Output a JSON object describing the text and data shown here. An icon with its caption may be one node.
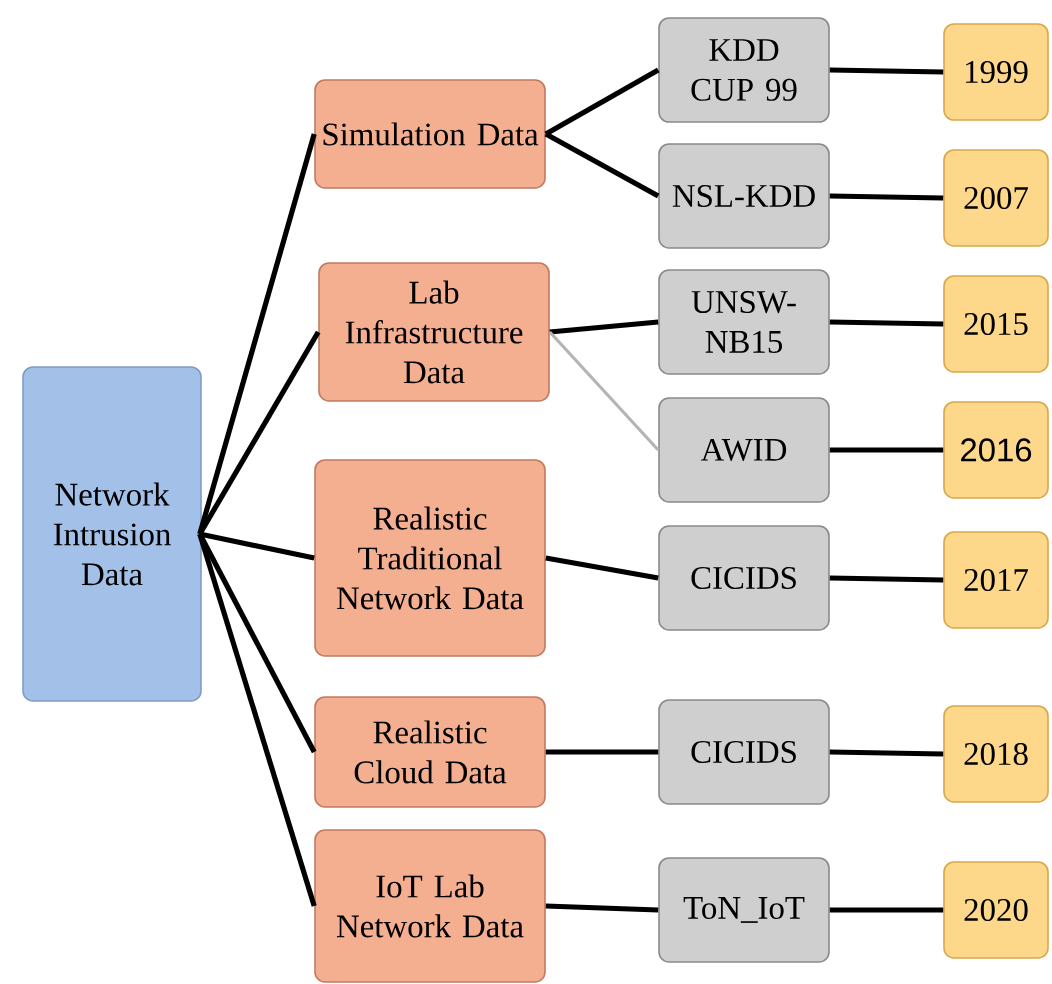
{
  "diagram": {
    "nodes": [
      {
        "text": [
          "Network Intrusion Data"
        ]
      },
      {
        "text": [
          "Simulation Data"
        ]
      },
      {
        "text": [
          "Lab Infrastructure Data"
        ]
      },
      {
        "text": [
          "Realistic Traditional Network Data"
        ]
      },
      {
        "text": [
          "Realistic Cloud Data"
        ]
      },
      {
        "text": [
          "IoT Lab Network Data"
        ]
      },
      {
        "text": [
          "KDD CUP 99"
        ]
      },
      {
        "text": [
          "NSL-KDD"
        ]
      },
      {
        "text": [
          "UNSW-NB15"
        ]
      },
      {
        "text": [
          "AWID"
        ]
      },
      {
        "text": [
          "CICIDS"
        ]
      },
      {
        "text": [
          "CICIDS"
        ]
      },
      {
        "text": [
          "ToN_IoT"
        ]
      },
      {
        "text": [
          "1999"
        ]
      },
      {
        "text": [
          "2007"
        ]
      },
      {
        "text": [
          "2015"
        ]
      },
      {
        "text": [
          "2016"
        ]
      },
      {
        "text": [
          "2017"
        ]
      },
      {
        "text": [
          "2018"
        ]
      },
      {
        "text": [
          "2020"
        ]
      }
    ],
    "edges": [
      {
        "from": 0,
        "to": 1,
        "arrow": "none"
      },
      {
        "from": 0,
        "to": 2,
        "arrow": "none"
      },
      {
        "from": 0,
        "to": 3,
        "arrow": "none"
      },
      {
        "from": 0,
        "to": 4,
        "arrow": "none"
      },
      {
        "from": 0,
        "to": 5,
        "arrow": "none"
      },
      {
        "from": 1,
        "to": 6,
        "arrow": "none"
      },
      {
        "from": 1,
        "to": 7,
        "arrow": "none"
      },
      {
        "from": 2,
        "to": 8,
        "arrow": "none"
      },
      {
        "from": 2,
        "to": 9,
        "arrow": "none",
        "color": "#b4b4b4"
      },
      {
        "from": 3,
        "to": 10,
        "arrow": "none"
      },
      {
        "from": 4,
        "to": 11,
        "arrow": "none"
      },
      {
        "from": 5,
        "to": 12,
        "arrow": "none"
      },
      {
        "from": 6,
        "to": 13,
        "arrow": "none"
      },
      {
        "from": 7,
        "to": 14,
        "arrow": "none"
      },
      {
        "from": 8,
        "to": 15,
        "arrow": "none"
      },
      {
        "from": 9,
        "to": 16,
        "arrow": "none"
      },
      {
        "from": 10,
        "to": 17,
        "arrow": "none"
      },
      {
        "from": 11,
        "to": 18,
        "arrow": "none"
      },
      {
        "from": 12,
        "to": 19,
        "arrow": "none"
      }
    ]
  }
}
